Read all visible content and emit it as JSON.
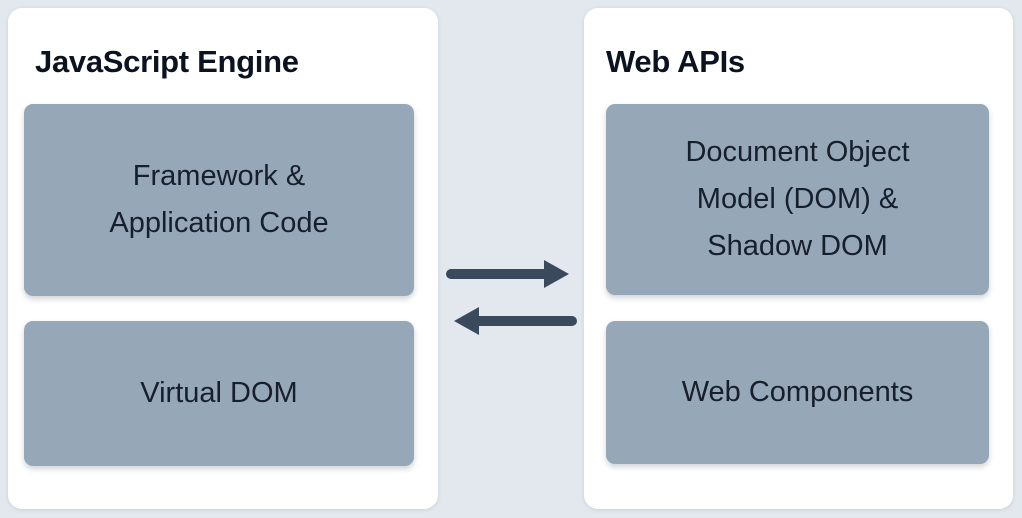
{
  "colors": {
    "background": "#e2e8ee",
    "panel": "#ffffff",
    "box": "#96a8b8",
    "arrow": "#3a4a5c",
    "title_text": "#0b1320",
    "box_text": "#161f2b"
  },
  "left_panel": {
    "title": "JavaScript Engine",
    "boxes": [
      {
        "label": "Framework &\nApplication Code"
      },
      {
        "label": "Virtual DOM"
      }
    ]
  },
  "right_panel": {
    "title": "Web APIs",
    "boxes": [
      {
        "label": "Document Object\nModel (DOM) &\nShadow DOM"
      },
      {
        "label": "Web Components"
      }
    ]
  },
  "arrows": [
    {
      "direction": "right"
    },
    {
      "direction": "left"
    }
  ]
}
